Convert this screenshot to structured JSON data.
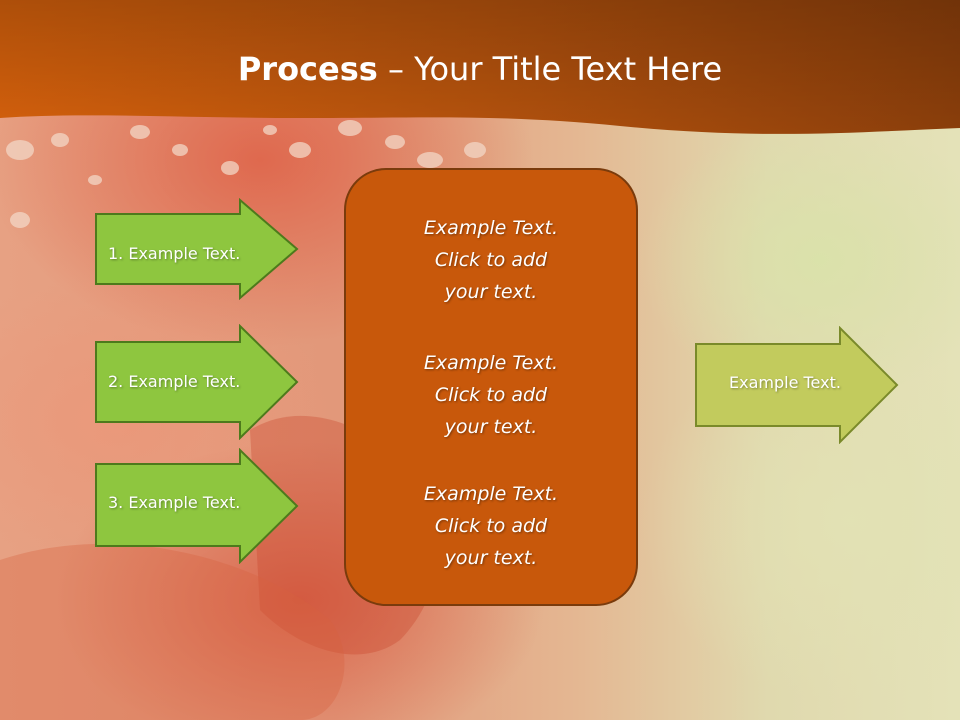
{
  "slide": {
    "title_bold": "Process",
    "title_rest": " – Your Title Text Here"
  },
  "left_arrows": [
    {
      "label": "1. Example Text."
    },
    {
      "label": "2. Example Text."
    },
    {
      "label": "3. Example Text."
    }
  ],
  "center_box": {
    "blocks": [
      {
        "line1": "Example Text.",
        "line2": "Click  to add",
        "line3": "your text."
      },
      {
        "line1": "Example Text.",
        "line2": "Click  to add",
        "line3": "your text."
      },
      {
        "line1": "Example Text.",
        "line2": "Click  to add",
        "line3": "your text."
      }
    ]
  },
  "right_arrow": {
    "label": "Example Text."
  },
  "colors": {
    "header": "#b5530b",
    "left_arrow_fill": "#8ec63f",
    "left_arrow_border": "#4d7a1c",
    "center_fill": "#c8580b",
    "right_arrow_fill": "#c2cb5d",
    "right_arrow_border": "#7a8a2a"
  }
}
